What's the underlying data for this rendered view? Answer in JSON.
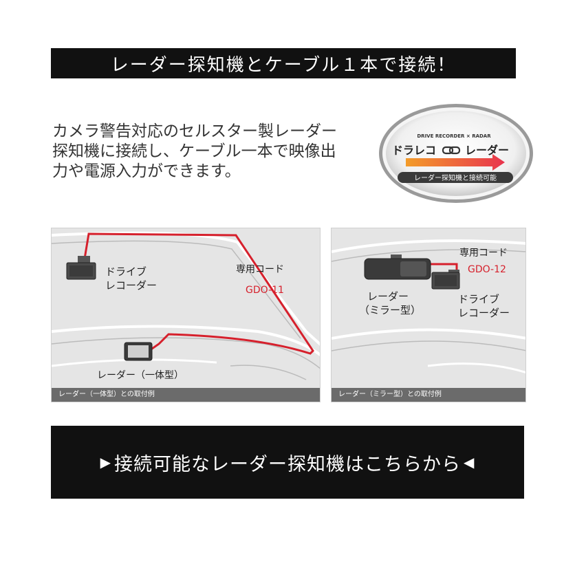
{
  "header": {
    "title": "レーダー探知機とケーブル１本で接続！"
  },
  "description": {
    "lines": [
      "カメラ警告対応のセルスター製レーダー",
      "探知機に接続し、ケーブル一本で映像出",
      "力や電源入力ができます。"
    ]
  },
  "logo": {
    "subtitle": "DRIVE RECORDER × RADAR",
    "title_left": "ドラレコ",
    "title_right": "レーダー",
    "footer": "レーダー探知機と接続可能",
    "link_icon": "chain-link-icon",
    "arrow_color": "#e8344e"
  },
  "example_integrated": {
    "recorder_label_1": "ドライブ",
    "recorder_label_2": "レコーダー",
    "cord_label": "専用コード",
    "cord_model": "GDO-11",
    "radar_label": "レーダー（一体型）",
    "caption": "レーダー（一体型）との取付例"
  },
  "example_mirror": {
    "cord_label": "専用コード",
    "cord_model": "GDO-12",
    "radar_label_1": "レーダー",
    "radar_label_2": "（ミラー型）",
    "recorder_label_1": "ドライブ",
    "recorder_label_2": "レコーダー",
    "caption": "レーダー（ミラー型）との取付例"
  },
  "cta": {
    "arrow_left": "▶",
    "text": "接続可能なレーダー探知機はこちらから",
    "arrow_right": "◀"
  },
  "colors": {
    "cable": "#d6202c",
    "bar": "#111111"
  }
}
